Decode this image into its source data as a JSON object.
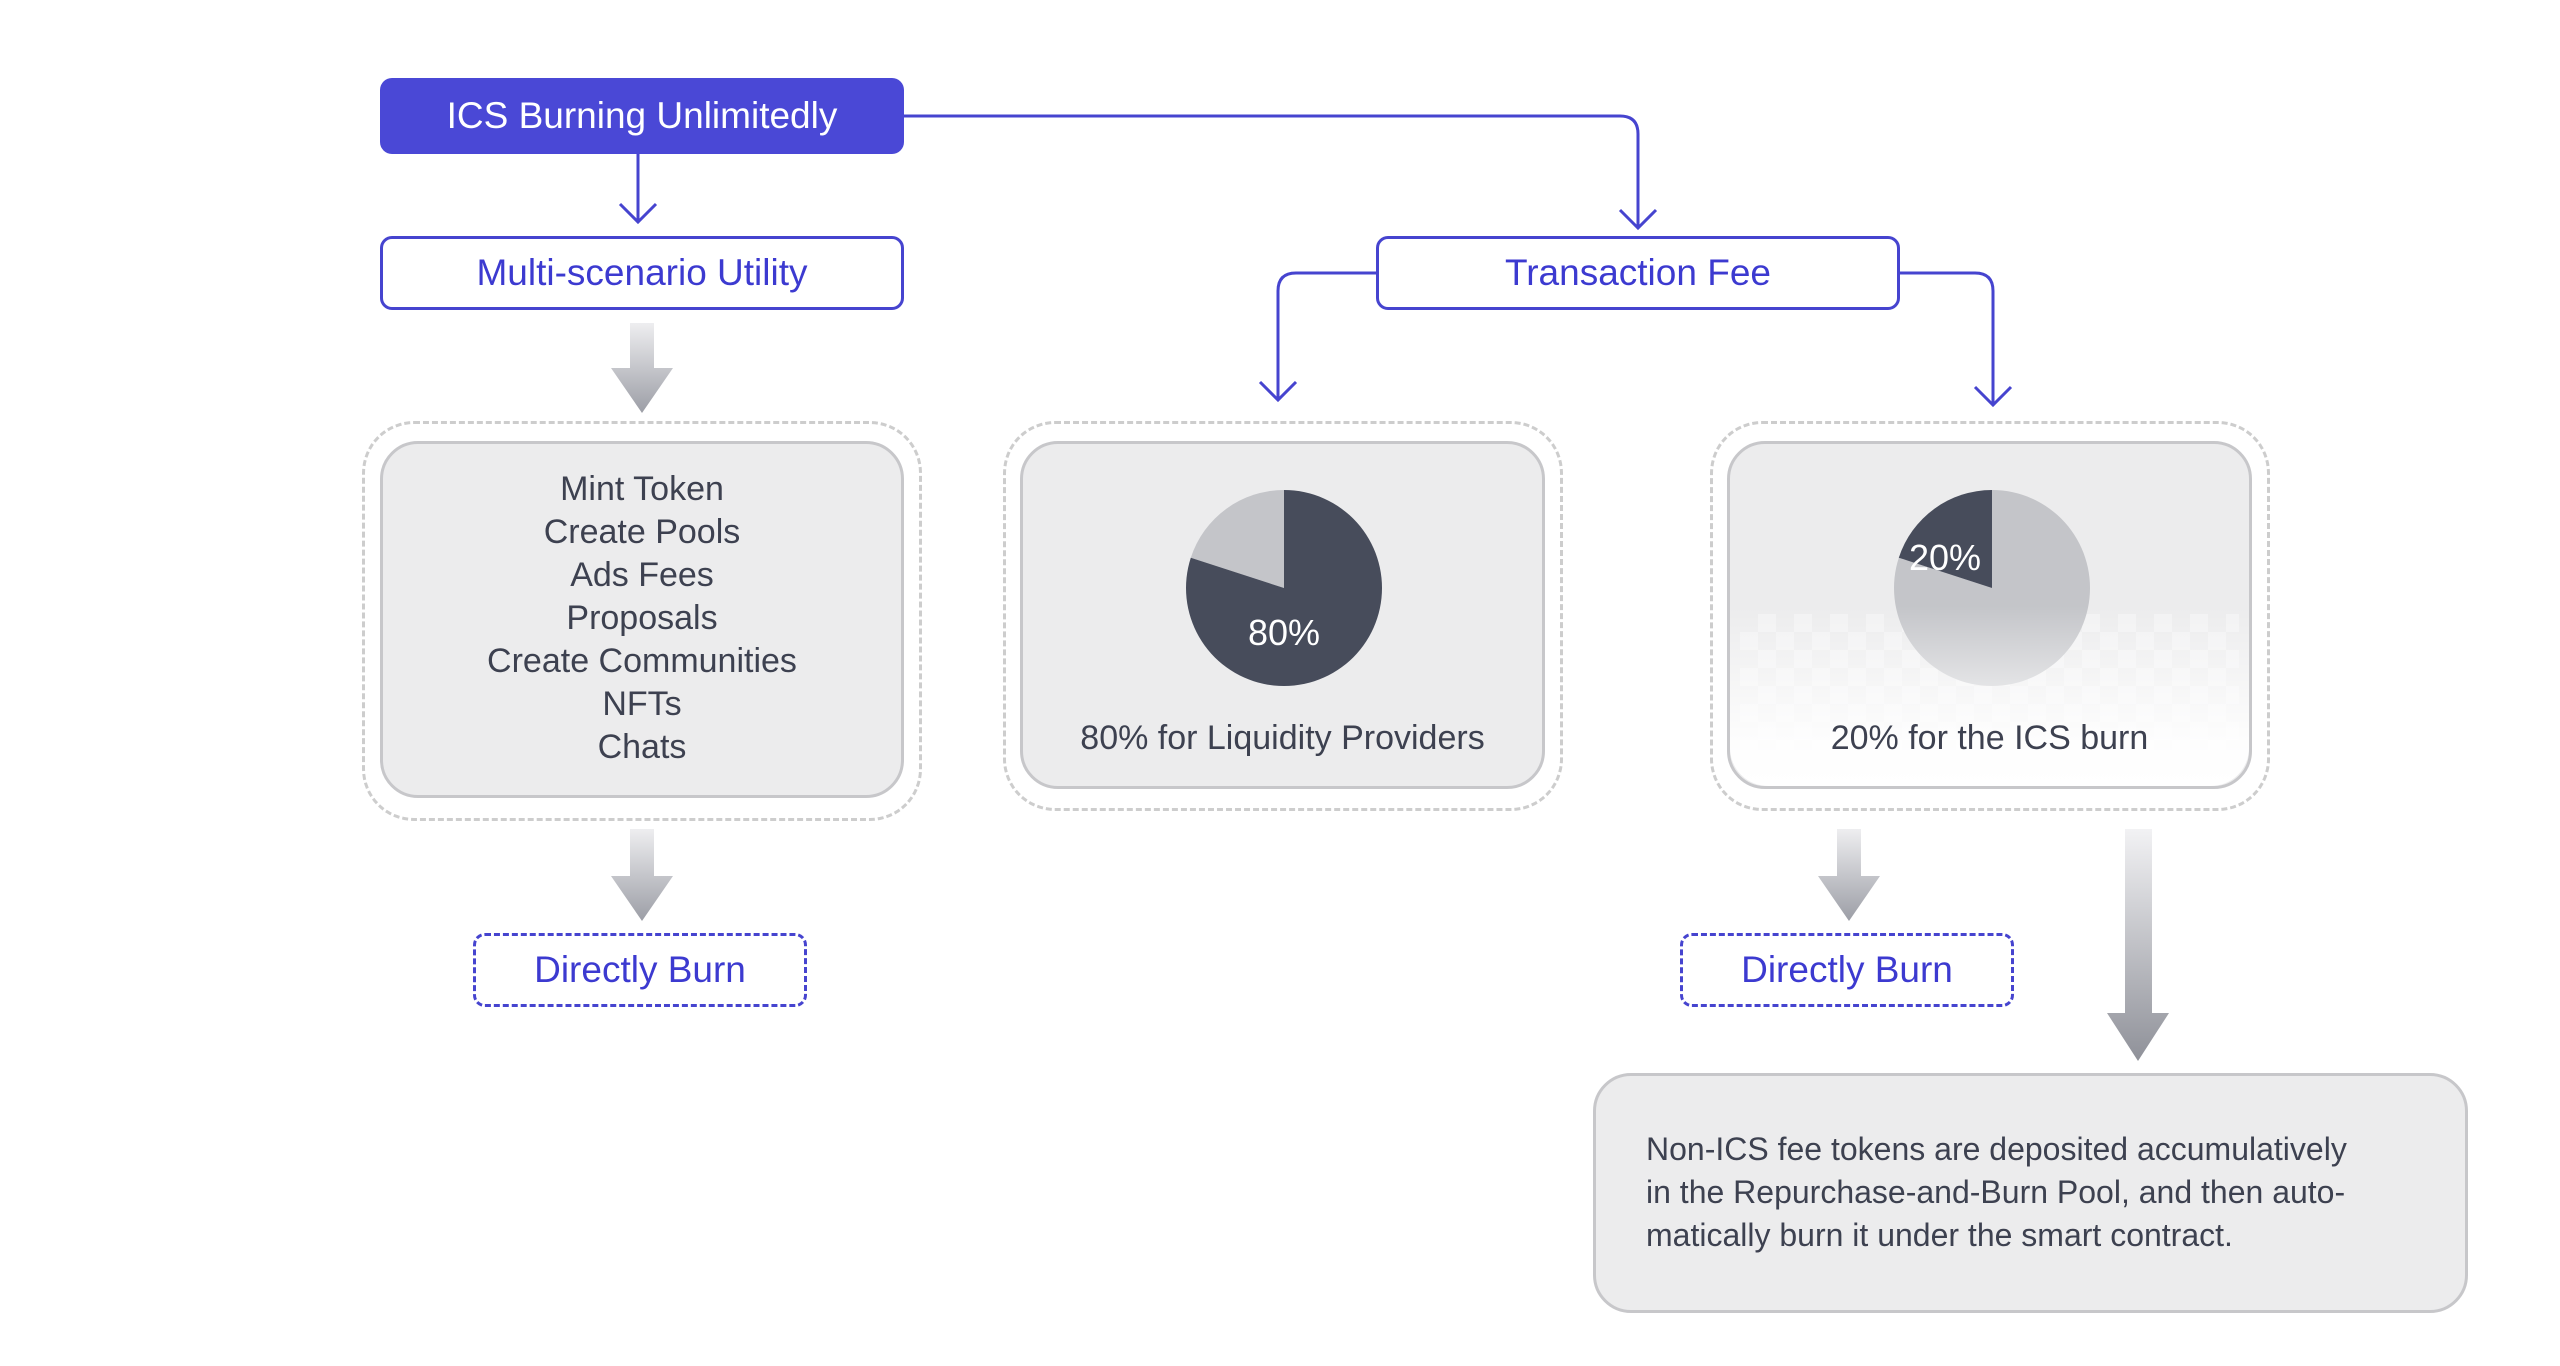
{
  "root": {
    "label": "ICS Burning Unlimitedly"
  },
  "utility": {
    "label": "Multi-scenario Utility",
    "items": [
      "Mint Token",
      "Create Pools",
      "Ads Fees",
      "Proposals",
      "Create Communities",
      "NFTs",
      "Chats"
    ],
    "burn_label": "Directly Burn"
  },
  "fee": {
    "label": "Transaction Fee",
    "liquidity": {
      "share_percent": 80,
      "pie_label": "80%",
      "caption": "80% for Liquidity Providers"
    },
    "burn": {
      "share_percent": 20,
      "pie_label": "20%",
      "caption": "20% for the ICS burn",
      "burn_label": "Directly Burn"
    }
  },
  "note": {
    "lines": [
      "Non-ICS fee tokens are  deposited accumulatively",
      "in the Repurchase-and-Burn Pool, and then auto-",
      "matically burn it under the smart contract."
    ]
  },
  "colors": {
    "accent": "#4a48d6",
    "pie_dark": "#474c5b",
    "pie_light": "#c4c5c9",
    "card_bg": "#ececed",
    "text_dark": "#3d4150"
  }
}
